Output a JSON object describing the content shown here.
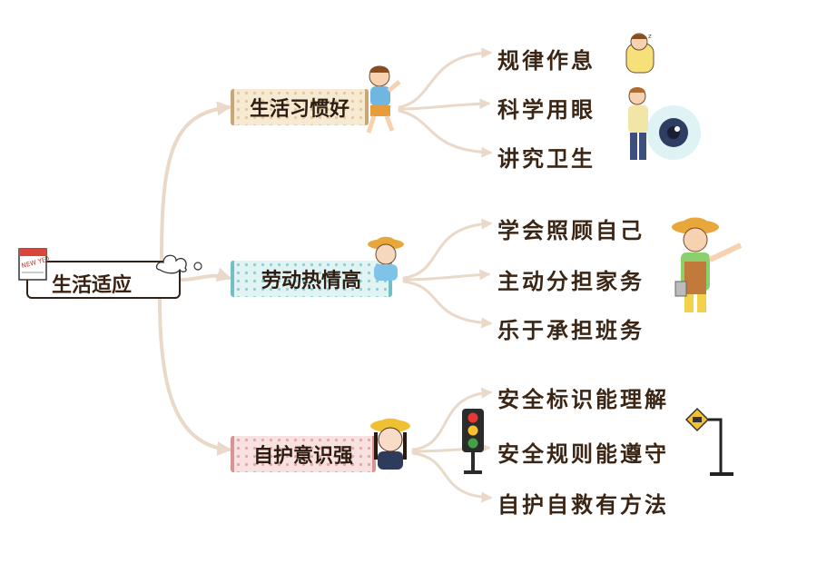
{
  "root": {
    "label": "生活适应",
    "calendar_text": "NEW YEAR"
  },
  "branches": [
    {
      "label": "生活习惯好",
      "children": [
        "规律作息",
        "科学用眼",
        "讲究卫生"
      ]
    },
    {
      "label": "劳动热情高",
      "children": [
        "学会照顾自己",
        "主动分担家务",
        "乐于承担班务"
      ]
    },
    {
      "label": "自护意识强",
      "children": [
        "安全标识能理解",
        "安全规则能遵守",
        "自护自救有方法"
      ]
    }
  ],
  "colors": {
    "connector": "#ead8c8",
    "text": "#3a2212",
    "branch1": "#f6ead2",
    "branch2": "#e2f3f3",
    "branch3": "#f7e2e1"
  },
  "icons": [
    "calendar-icon",
    "cloud-icon",
    "boy-icon",
    "sleeping-child-icon",
    "eye-care-icon",
    "child-in-hat-icon",
    "farmer-child-icon",
    "girl-icon",
    "traffic-light-icon",
    "road-sign-icon"
  ]
}
